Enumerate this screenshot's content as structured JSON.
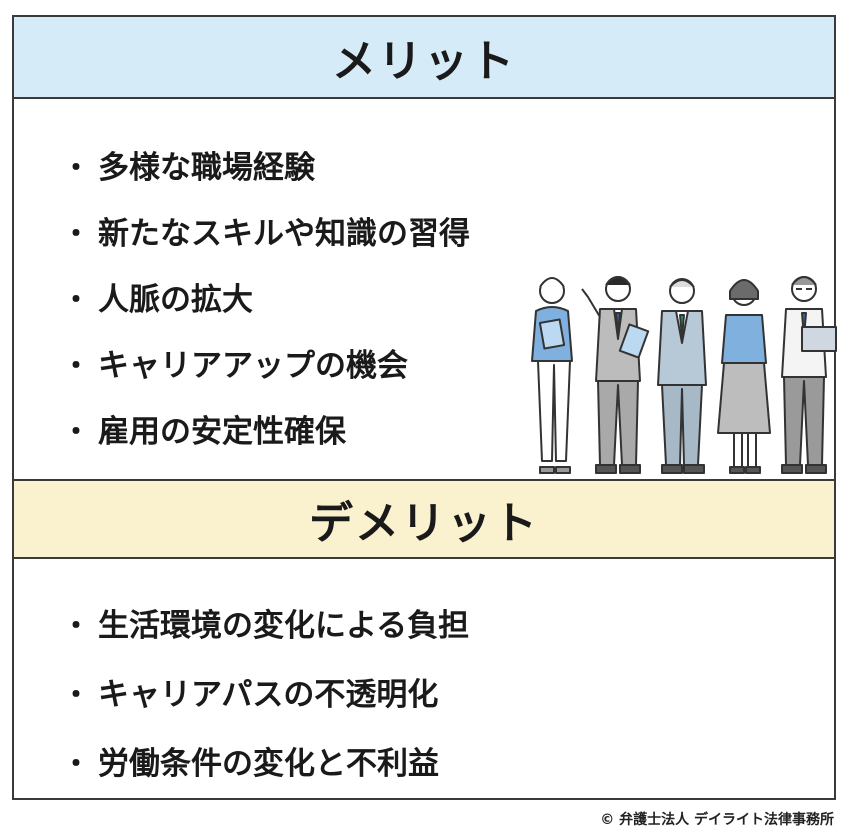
{
  "merit": {
    "title": "メリット",
    "items": [
      "多様な職場経験",
      "新たなスキルや知識の習得",
      "人脈の拡大",
      "キャリアアップの機会",
      "雇用の安定性確保"
    ]
  },
  "demerit": {
    "title": "デメリット",
    "items": [
      "生活環境の変化による負担",
      "キャリアパスの不透明化",
      "労働条件の変化と不利益"
    ]
  },
  "bullet": "・",
  "copyright": "© 弁護士法人 デイライト法律事務所",
  "illustration": {
    "icon": "business-people-group-illustration"
  },
  "colors": {
    "merit_header_bg": "#d6ebf8",
    "demerit_header_bg": "#faf1cf",
    "border": "#3a3a3a"
  }
}
